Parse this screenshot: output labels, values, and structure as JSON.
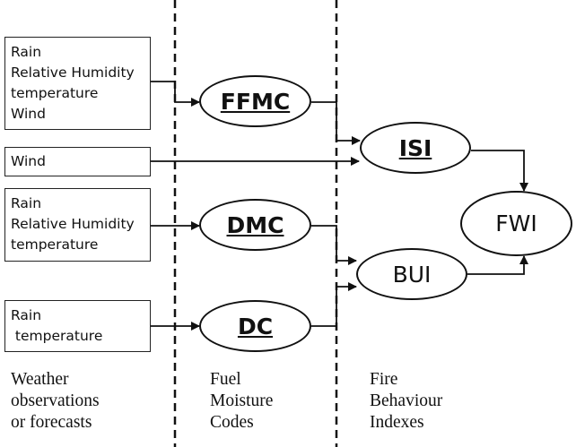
{
  "inputs": {
    "box1": [
      "Rain",
      "Relative Humidity",
      "temperature",
      "Wind"
    ],
    "box2": [
      "Wind"
    ],
    "box3": [
      "Rain",
      "Relative Humidity",
      "temperature"
    ],
    "box4": [
      "Rain",
      " temperature"
    ]
  },
  "codes": {
    "ffmc": "FFMC",
    "dmc": "DMC",
    "dc": "DC"
  },
  "indexes": {
    "isi": "ISI",
    "bui": "BUI",
    "fwi": "FWI"
  },
  "columns": {
    "weather": [
      "Weather",
      "observations",
      "or forecasts"
    ],
    "fuel": [
      "Fuel",
      "Moisture",
      "Codes"
    ],
    "fire": [
      "Fire",
      "Behaviour",
      "Indexes"
    ]
  }
}
